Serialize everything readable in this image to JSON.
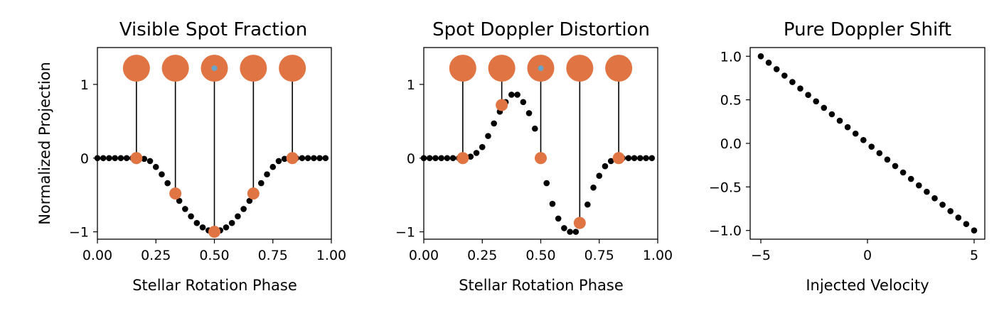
{
  "chart_data": [
    {
      "type": "scatter",
      "title": "Visible Spot Fraction",
      "xlabel": "Stellar Rotation Phase",
      "ylabel": "Normalized Projection",
      "xlim": [
        0.0,
        1.0
      ],
      "ylim": [
        -1.1,
        1.5
      ],
      "xticks": [
        0.0,
        0.25,
        0.5,
        0.75,
        1.0
      ],
      "xticklabels": [
        "0.00",
        "0.25",
        "0.50",
        "0.75",
        "1.00"
      ],
      "yticks": [
        -1,
        0,
        1
      ],
      "yticklabels": [
        "−1",
        "0",
        "1"
      ],
      "grid": false,
      "series": [
        {
          "color": "#000000",
          "x": [
            0.0,
            0.025,
            0.05,
            0.075,
            0.1,
            0.125,
            0.15,
            0.175,
            0.2,
            0.225,
            0.25,
            0.275,
            0.3,
            0.325,
            0.35,
            0.375,
            0.4,
            0.425,
            0.45,
            0.475,
            0.5,
            0.525,
            0.55,
            0.575,
            0.6,
            0.625,
            0.65,
            0.675,
            0.7,
            0.725,
            0.75,
            0.775,
            0.8,
            0.825,
            0.85,
            0.875,
            0.9,
            0.925,
            0.95,
            0.975
          ],
          "y": [
            0,
            0,
            0,
            0,
            0,
            0,
            0,
            0,
            -0.01,
            -0.04,
            -0.12,
            -0.22,
            -0.34,
            -0.46,
            -0.58,
            -0.69,
            -0.79,
            -0.88,
            -0.94,
            -0.98,
            -1.0,
            -0.98,
            -0.94,
            -0.88,
            -0.79,
            -0.69,
            -0.58,
            -0.46,
            -0.34,
            -0.22,
            -0.12,
            -0.04,
            -0.01,
            0,
            0,
            0,
            0,
            0,
            0,
            0
          ]
        },
        {
          "color": "#e07442",
          "x": [
            0.1667,
            0.3333,
            0.5,
            0.6667,
            0.8333
          ],
          "y": [
            0,
            -0.48,
            -1.0,
            -0.48,
            0
          ]
        }
      ],
      "stellar_disks": {
        "color": "#e07442",
        "spot_color": "#6aa5c9",
        "x": [
          0.1667,
          0.3333,
          0.5,
          0.6667,
          0.8333
        ],
        "y": 1.22,
        "spot_on_disk": 3
      }
    },
    {
      "type": "scatter",
      "title": "Spot Doppler Distortion",
      "xlabel": "Stellar Rotation Phase",
      "ylabel": "",
      "xlim": [
        0.0,
        1.0
      ],
      "ylim": [
        -1.1,
        1.5
      ],
      "xticks": [
        0.0,
        0.25,
        0.5,
        0.75,
        1.0
      ],
      "xticklabels": [
        "0.00",
        "0.25",
        "0.50",
        "0.75",
        "1.00"
      ],
      "yticks": [
        -1,
        0,
        1
      ],
      "yticklabels": [
        "−1",
        "0",
        "1"
      ],
      "grid": false,
      "series": [
        {
          "color": "#000000",
          "x": [
            0.0,
            0.025,
            0.05,
            0.075,
            0.1,
            0.125,
            0.15,
            0.175,
            0.2,
            0.225,
            0.25,
            0.275,
            0.3,
            0.325,
            0.35,
            0.375,
            0.4,
            0.425,
            0.45,
            0.475,
            0.5,
            0.525,
            0.55,
            0.575,
            0.6,
            0.625,
            0.65,
            0.675,
            0.7,
            0.725,
            0.75,
            0.775,
            0.8,
            0.825,
            0.85,
            0.875,
            0.9,
            0.925,
            0.95,
            0.975
          ],
          "y": [
            0,
            0,
            0,
            0,
            0,
            0,
            0,
            0,
            0.02,
            0.07,
            0.15,
            0.3,
            0.47,
            0.63,
            0.76,
            0.86,
            0.86,
            0.76,
            0.61,
            0.4,
            0.0,
            -0.34,
            -0.62,
            -0.82,
            -0.95,
            -1.0,
            -1.0,
            -0.88,
            -0.63,
            -0.4,
            -0.24,
            -0.11,
            -0.04,
            -0.01,
            0,
            0,
            0,
            0,
            0,
            0
          ]
        },
        {
          "color": "#e07442",
          "x": [
            0.1667,
            0.3333,
            0.5,
            0.6667,
            0.8333
          ],
          "y": [
            0,
            0.72,
            0.0,
            -0.88,
            0
          ]
        }
      ],
      "stellar_disks": {
        "color": "#e07442",
        "spot_color": "#6aa5c9",
        "x": [
          0.1667,
          0.3333,
          0.5,
          0.6667,
          0.8333
        ],
        "y": 1.22,
        "spot_on_disk": 3
      }
    },
    {
      "type": "scatter",
      "title": "Pure Doppler Shift",
      "xlabel": "Injected Velocity",
      "ylabel": "",
      "xlim": [
        -5.5,
        5.5
      ],
      "ylim": [
        -1.1,
        1.1
      ],
      "xticks": [
        -5,
        0,
        5
      ],
      "xticklabels": [
        "−5",
        "0",
        "5"
      ],
      "yticks": [
        -1.0,
        -0.5,
        0.0,
        0.5,
        1.0
      ],
      "yticklabels": [
        "−1.0",
        "−0.5",
        "0.0",
        "0.5",
        "1.0"
      ],
      "grid": false,
      "series": [
        {
          "color": "#000000",
          "x": [
            -5.0,
            -4.63,
            -4.26,
            -3.89,
            -3.52,
            -3.15,
            -2.78,
            -2.41,
            -2.04,
            -1.67,
            -1.3,
            -0.93,
            -0.56,
            -0.19,
            0.19,
            0.56,
            0.93,
            1.3,
            1.67,
            2.04,
            2.41,
            2.78,
            3.15,
            3.52,
            3.89,
            4.26,
            4.63,
            5.0
          ],
          "y": [
            1.0,
            0.926,
            0.852,
            0.778,
            0.704,
            0.63,
            0.556,
            0.482,
            0.408,
            0.334,
            0.26,
            0.186,
            0.112,
            0.038,
            -0.038,
            -0.112,
            -0.186,
            -0.26,
            -0.334,
            -0.408,
            -0.482,
            -0.556,
            -0.63,
            -0.704,
            -0.778,
            -0.852,
            -0.926,
            -1.0
          ]
        }
      ]
    }
  ]
}
